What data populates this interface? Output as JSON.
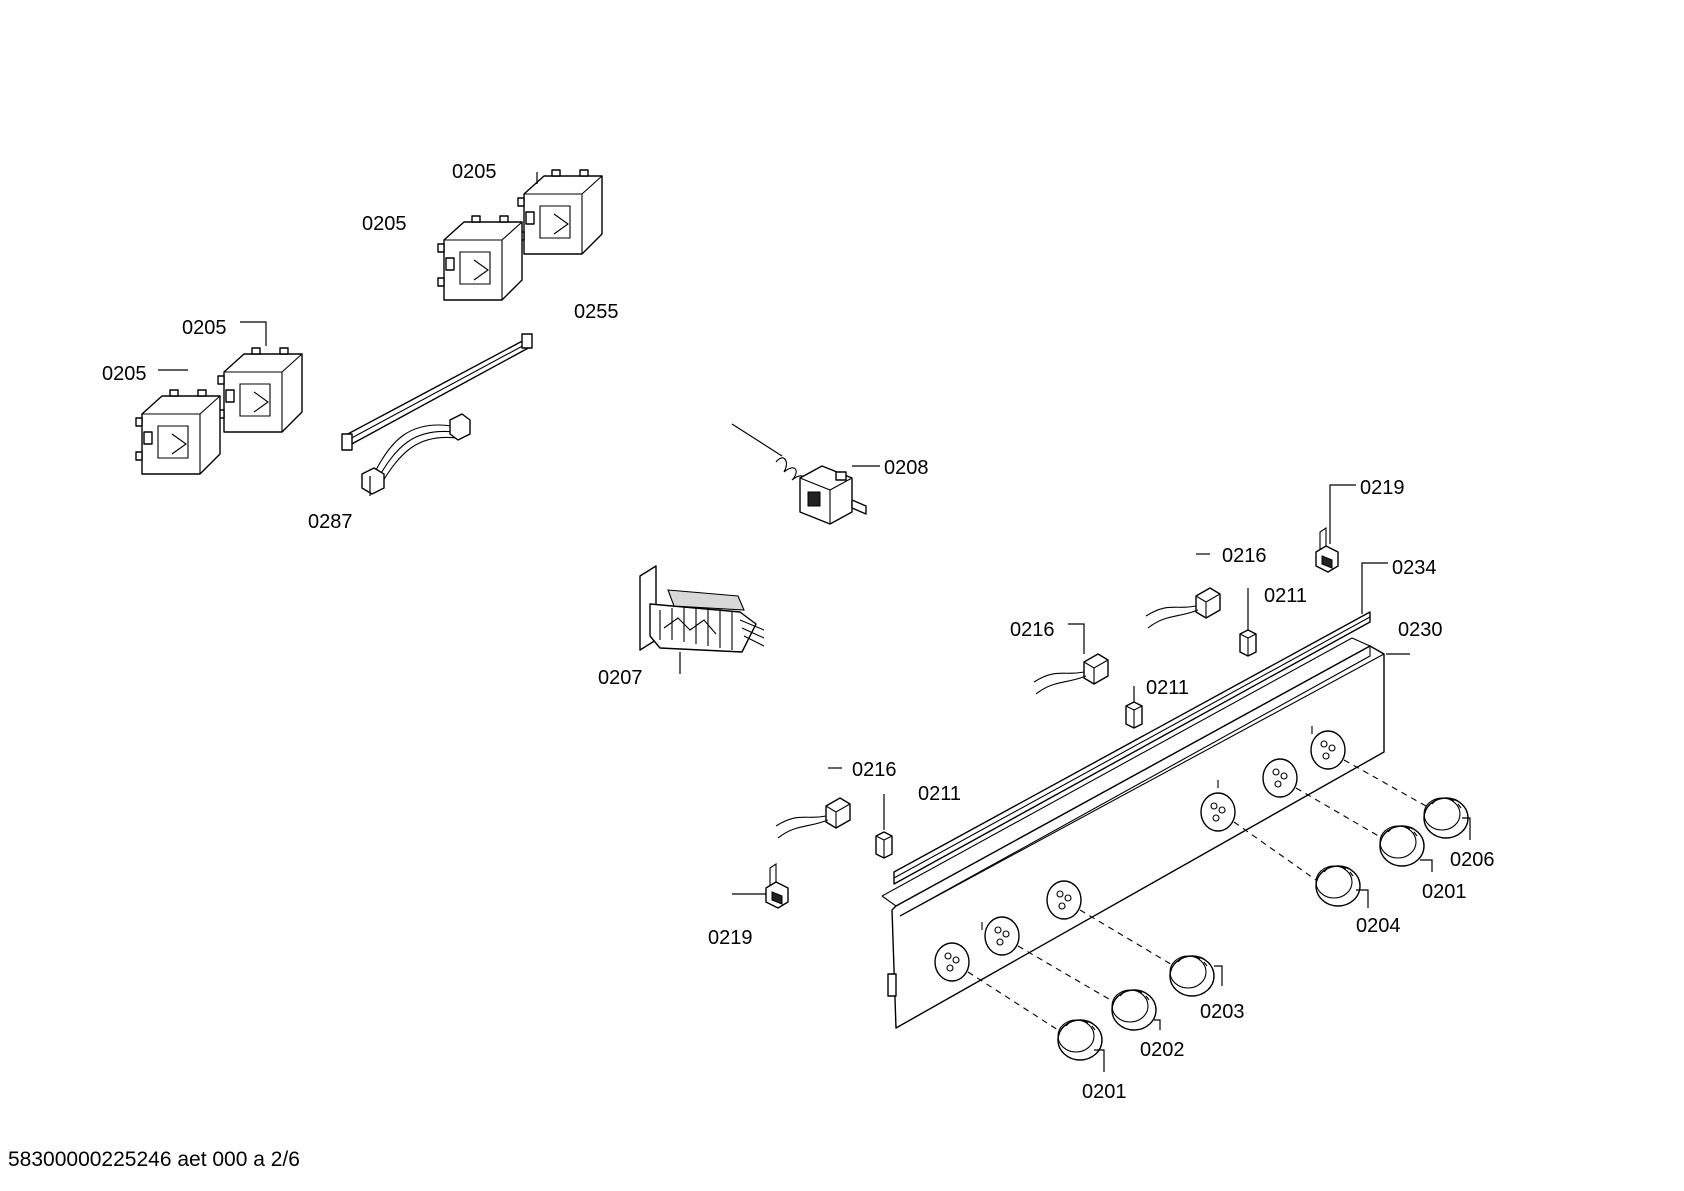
{
  "labels": {
    "l0205a": "0205",
    "l0205b": "0205",
    "l0205c": "0205",
    "l0205d": "0205",
    "l0255": "0255",
    "l0287": "0287",
    "l0208": "0208",
    "l0207": "0207",
    "l0219a": "0219",
    "l0216a": "0216",
    "l0211a": "0211",
    "l0234": "0234",
    "l0216b": "0216",
    "l0230": "0230",
    "l0211b": "0211",
    "l0216c": "0216",
    "l0211c": "0211",
    "l0206": "0206",
    "l0201a": "0201",
    "l0204": "0204",
    "l0219b": "0219",
    "l0203": "0203",
    "l0202": "0202",
    "l0201b": "0201"
  },
  "footer": "58300000225246 aet 000 a 2/6"
}
